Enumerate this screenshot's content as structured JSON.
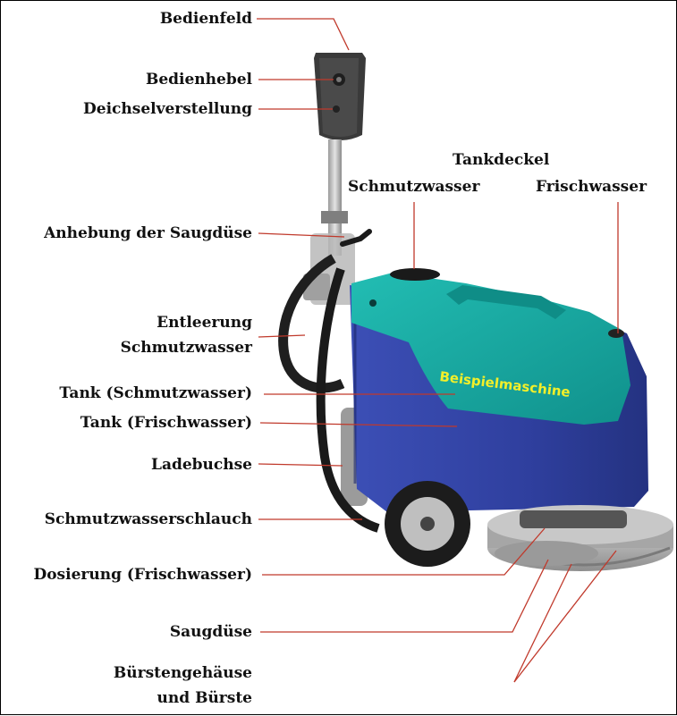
{
  "labels": {
    "bedienfeld": "Bedienfeld",
    "bedienhebel": "Bedienhebel",
    "deichselverstellung": "Deichselverstellung",
    "tankdeckel": "Tankdeckel",
    "schmutzwasser": "Schmutzwasser",
    "frischwasser": "Frischwasser",
    "anhebung": "Anhebung der Saugdüse",
    "entleerung_1": "Entleerung",
    "entleerung_2": "Schmutzwasser",
    "tank_schmutz": "Tank (Schmutzwasser)",
    "tank_frisch": "Tank (Frischwasser)",
    "ladebuchse": "Ladebuchse",
    "schlauch": "Schmutzwasserschlauch",
    "dosierung": "Dosierung (Frischwasser)",
    "saugduese": "Saugdüse",
    "buerste_1": "Bürstengehäuse",
    "buerste_2": "und Bürste"
  },
  "machine": {
    "brand_text": "Beispielmaschine"
  },
  "colors": {
    "leader_line": "#c0392b",
    "tank_blue": "#2f3f9e",
    "cover_teal": "#17a7a0",
    "brand_yellow": "#f2ef2a"
  }
}
